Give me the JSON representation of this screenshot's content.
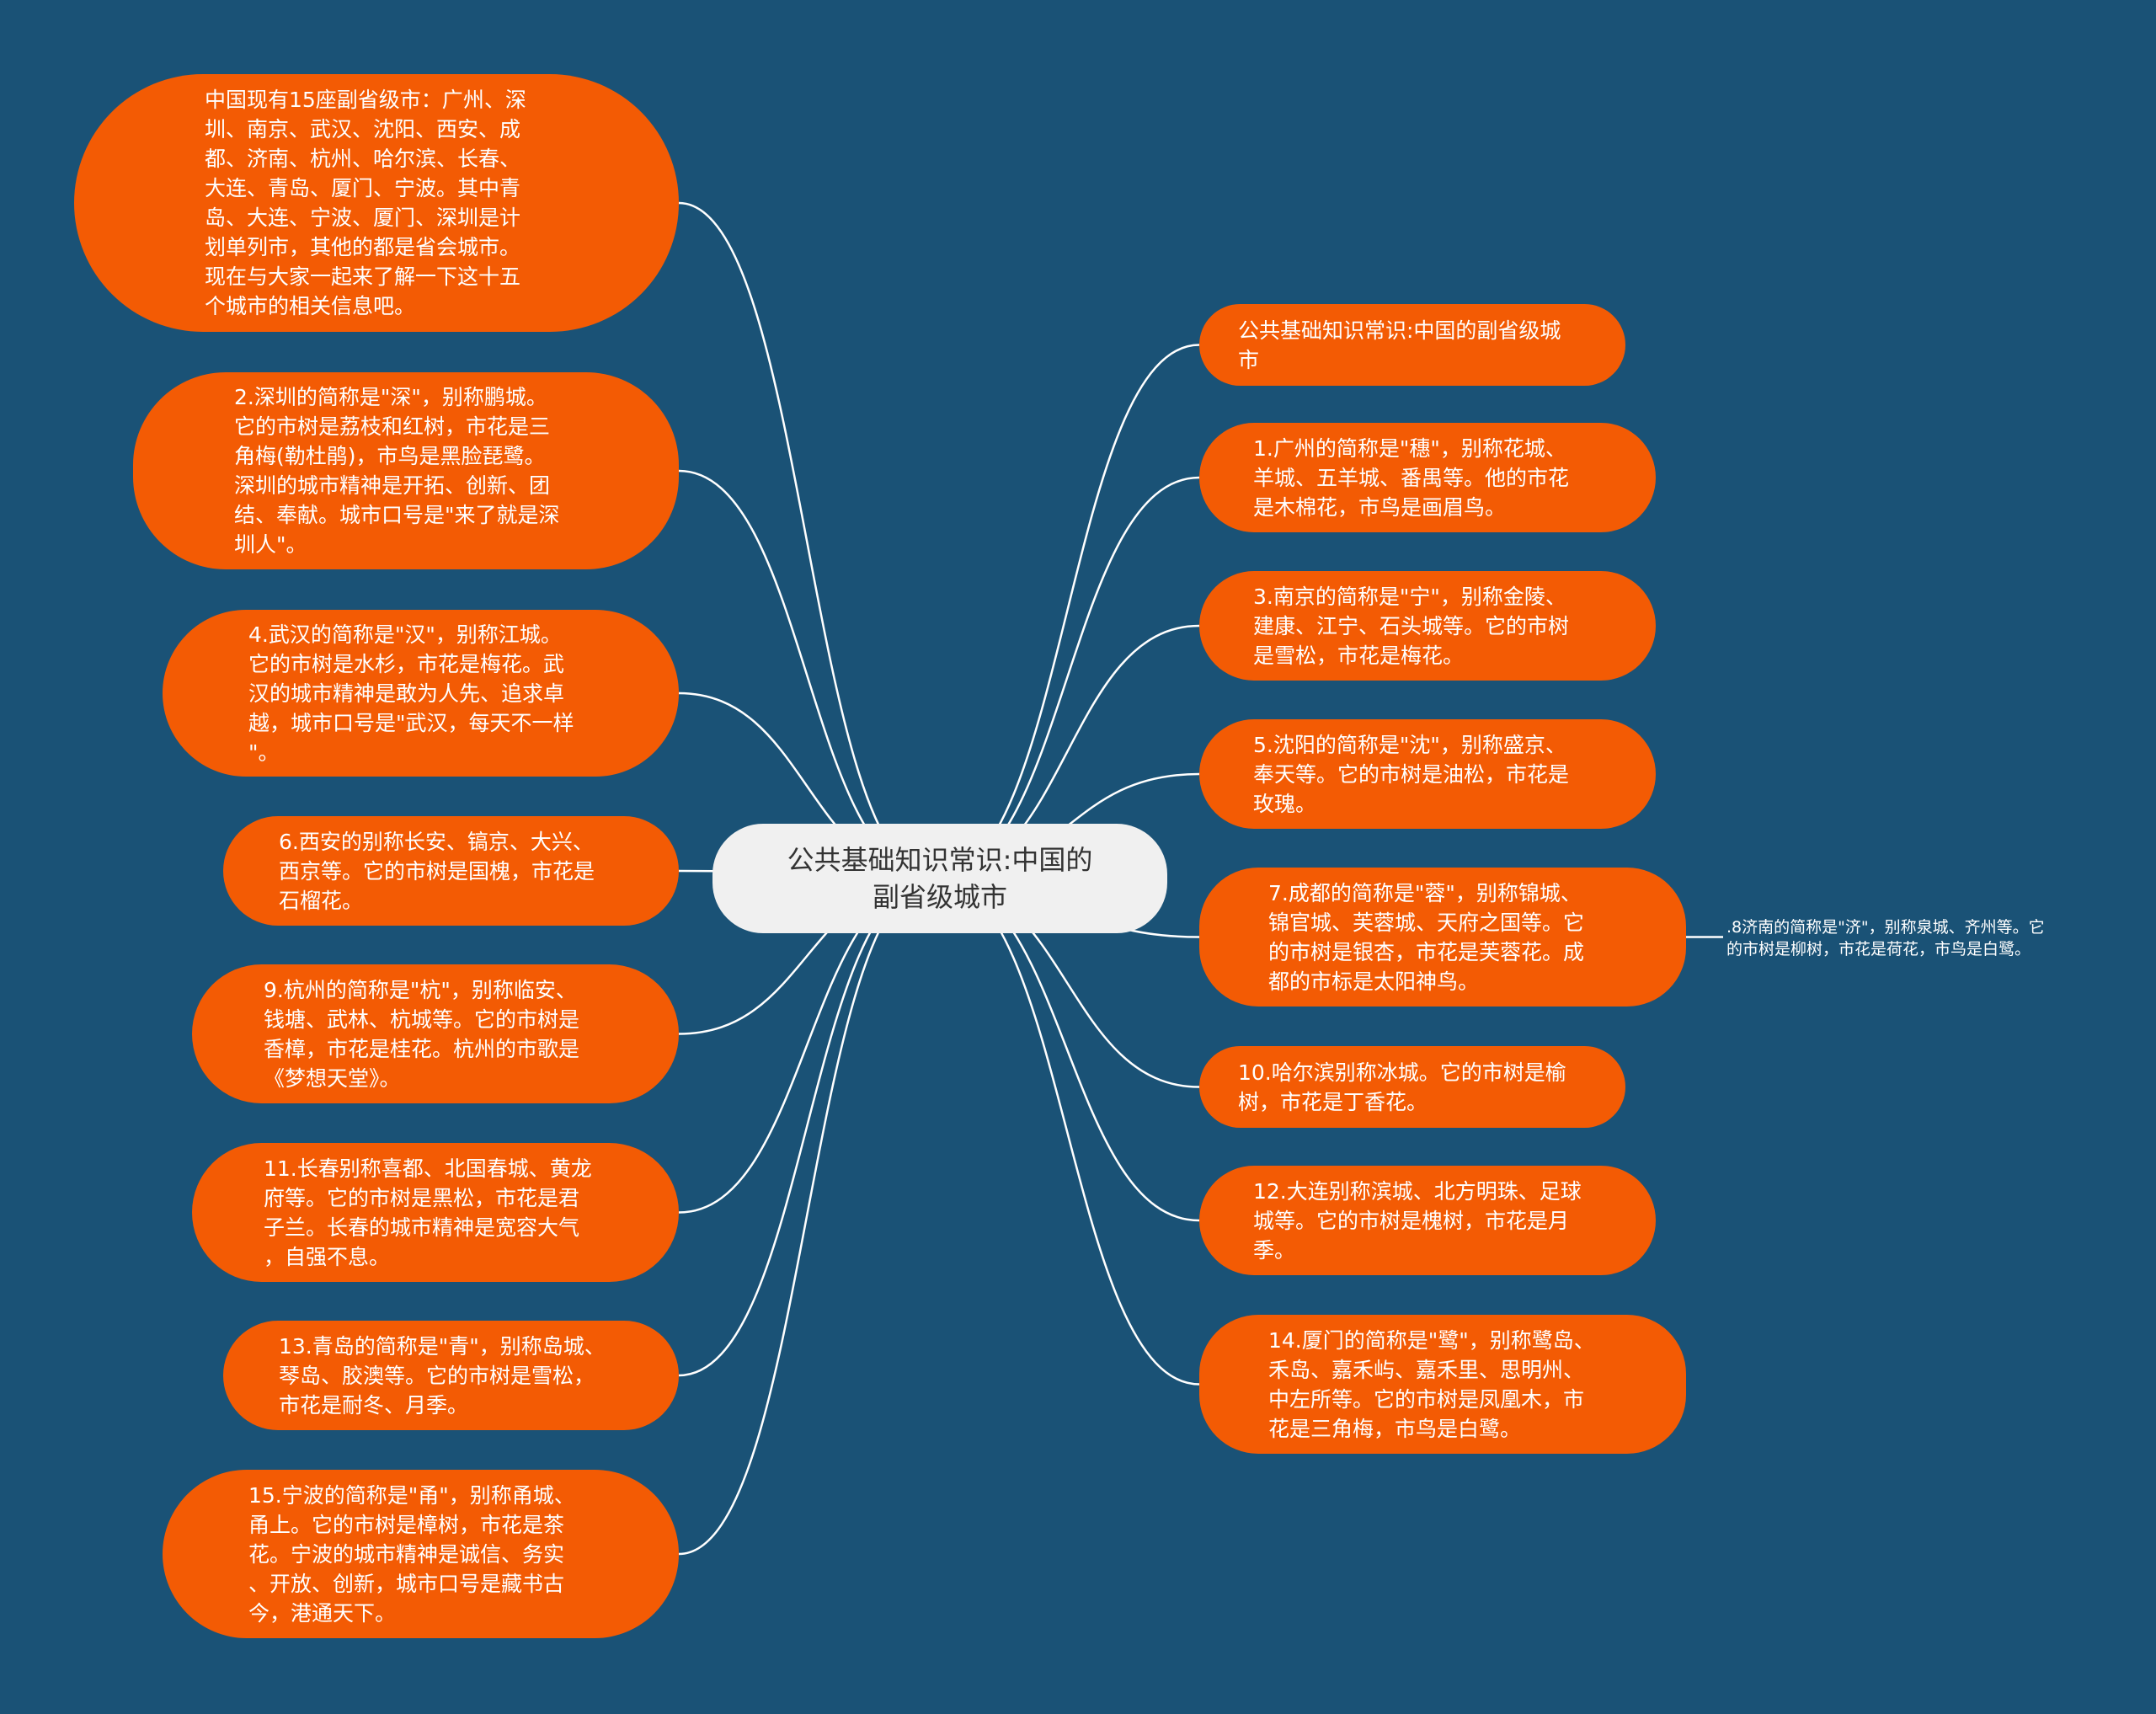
{
  "colors": {
    "background": "#1a5276",
    "node": "#f35b04",
    "center": "#f0f0f0",
    "line": "#ffffff"
  },
  "center": {
    "text": "公共基础知识常识:中国的\n副省级城市"
  },
  "left_nodes": [
    {
      "text": "中国现有15座副省级市：广州、深\n圳、南京、武汉、沈阳、西安、成\n都、济南、杭州、哈尔滨、长春、\n大连、青岛、厦门、宁波。其中青\n岛、大连、宁波、厦门、深圳是计\n划单列市，其他的都是省会城市。\n现在与大家一起来了解一下这十五\n个城市的相关信息吧。"
    },
    {
      "text": "2.深圳的简称是\"深\"，别称鹏城。\n它的市树是荔枝和红树，市花是三\n角梅(勒杜鹃)，市鸟是黑脸琵鹭。\n深圳的城市精神是开拓、创新、团\n结、奉献。城市口号是\"来了就是深\n圳人\"。"
    },
    {
      "text": "4.武汉的简称是\"汉\"，别称江城。\n它的市树是水杉，市花是梅花。武\n汉的城市精神是敢为人先、追求卓\n越，城市口号是\"武汉，每天不一样\n\"。"
    },
    {
      "text": "6.西安的别称长安、镐京、大兴、\n西京等。它的市树是国槐，市花是\n石榴花。"
    },
    {
      "text": "9.杭州的简称是\"杭\"，别称临安、\n钱塘、武林、杭城等。它的市树是\n香樟，市花是桂花。杭州的市歌是\n《梦想天堂》。"
    },
    {
      "text": "11.长春别称喜都、北国春城、黄龙\n府等。它的市树是黑松，市花是君\n子兰。长春的城市精神是宽容大气\n，自强不息。"
    },
    {
      "text": "13.青岛的简称是\"青\"，别称岛城、\n琴岛、胶澳等。它的市树是雪松，\n市花是耐冬、月季。"
    },
    {
      "text": "15.宁波的简称是\"甬\"，别称甬城、\n甬上。它的市树是樟树，市花是茶\n花。宁波的城市精神是诚信、务实\n、开放、创新，城市口号是藏书古\n今，港通天下。"
    }
  ],
  "right_nodes": [
    {
      "text": "公共基础知识常识:中国的副省级城\n市"
    },
    {
      "text": "1.广州的简称是\"穗\"，别称花城、\n羊城、五羊城、番禺等。他的市花\n是木棉花，市鸟是画眉鸟。"
    },
    {
      "text": "3.南京的简称是\"宁\"，别称金陵、\n建康、江宁、石头城等。它的市树\n是雪松，市花是梅花。"
    },
    {
      "text": "5.沈阳的简称是\"沈\"，别称盛京、\n奉天等。它的市树是油松，市花是\n玫瑰。"
    },
    {
      "text": "7.成都的简称是\"蓉\"，别称锦城、\n锦官城、芙蓉城、天府之国等。它\n的市树是银杏，市花是芙蓉花。成\n都的市标是太阳神鸟。"
    },
    {
      "text": "10.哈尔滨别称冰城。它的市树是榆\n树，市花是丁香花。"
    },
    {
      "text": "12.大连别称滨城、北方明珠、足球\n城等。它的市树是槐树，市花是月\n季。"
    },
    {
      "text": "14.厦门的简称是\"鹭\"，别称鹭岛、\n禾岛、嘉禾屿、嘉禾里、思明州、\n中左所等。它的市树是凤凰木，市\n花是三角梅，市鸟是白鹭。"
    }
  ],
  "leaf_node": {
    "text": ".8济南的简称是\"济\"，别称泉城、齐州等。它\n的市树是柳树，市花是荷花，市鸟是白鹭。"
  }
}
